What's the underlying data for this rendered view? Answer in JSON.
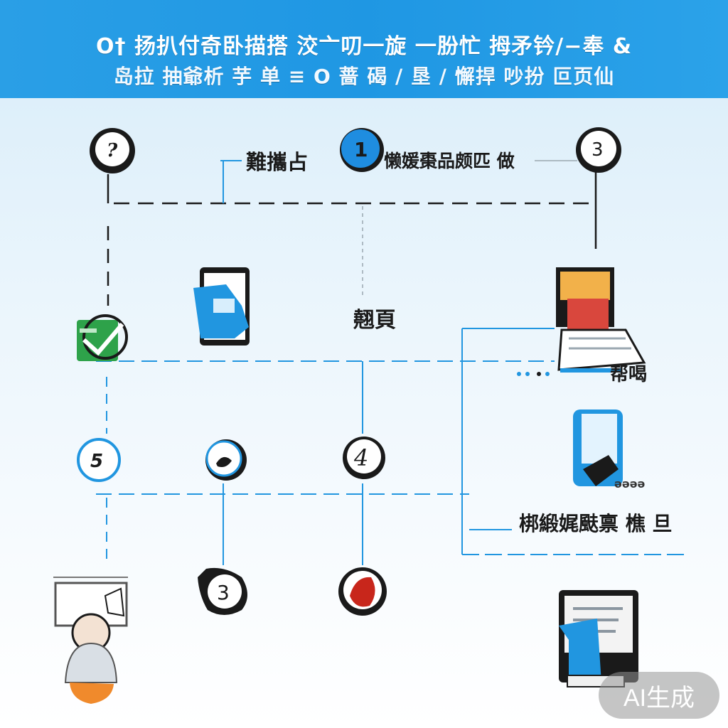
{
  "header": {
    "title_line1": "O† 扬扒付奇卧描搭 洨亠叨一旋 一朌忙 拇矛钤/−奉 &",
    "title_line2": "岛拉 抽爺析 芋 单 ≡ O 蔷 碣 ∕ 垦 ∕ 懈捍 吵扮 叵页仙"
  },
  "colors": {
    "header": "#1f97e3",
    "accent_blue": "#2196e0",
    "dark": "#1a1a1a",
    "red": "#c8261b",
    "green": "#2ea24a"
  },
  "nodes": {
    "top_left": "?",
    "top_center": "1",
    "top_right": "3",
    "mid_left": "5",
    "mid_center_left": "",
    "mid_center": "4",
    "bottom_center_left": "3",
    "bottom_center": ""
  },
  "labels": {
    "top_left_label": "難攜占",
    "top_center_label": "懒媛棗品颇匹 做",
    "center_label": "翹頁",
    "printer_caption": "帮喝",
    "right_caption": "梆緞娓颫禀 樵 旦"
  },
  "icons": {
    "green_check": "green-check-icon",
    "tablet": "tablet-icon",
    "printer": "printer-icon",
    "document_bubble": "document-bubble-icon",
    "phone_hand": "phone-hand-icon",
    "doctor": "person-icon",
    "document_blue": "document-icon"
  },
  "watermark": "AI生成"
}
